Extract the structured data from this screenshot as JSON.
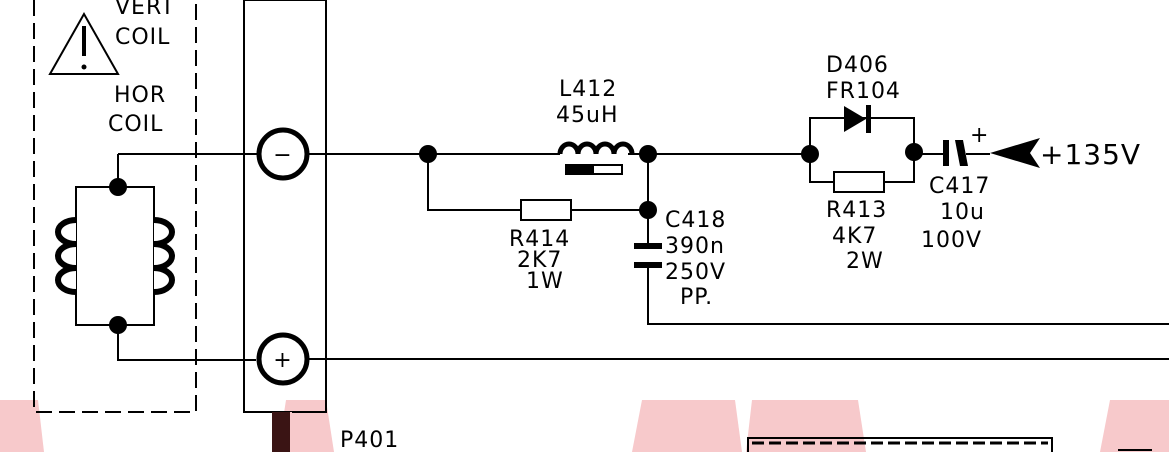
{
  "labels": {
    "vert_coil_1": "VERT",
    "vert_coil_2": "COIL",
    "hor_coil_1": "HOR",
    "hor_coil_2": "COIL",
    "l412_ref": "L412",
    "l412_val": "45uH",
    "d406_ref": "D406",
    "d406_part": "FR104",
    "c418_ref": "C418",
    "c418_cap": "390n",
    "c418_volt": "250V",
    "c418_type": "PP.",
    "r414_ref": "R414",
    "r414_val": "2K7",
    "r414_pow": "1W",
    "r413_ref": "R413",
    "r413_val": "4K7",
    "r413_pow": "2W",
    "c417_ref": "C417",
    "c417_cap": "10u",
    "c417_volt": "100V",
    "supply": "+135V",
    "plus_mark": "+",
    "connector": "P401",
    "pin_minus": "−",
    "pin_plus": "+"
  },
  "colors": {
    "ink": "#000000",
    "overlay": "#f7c9cb"
  }
}
